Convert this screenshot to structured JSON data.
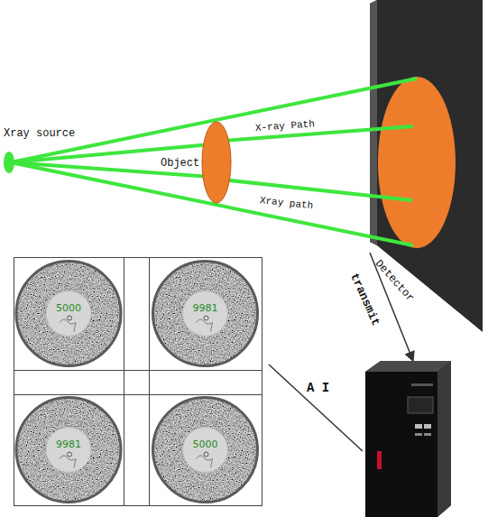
{
  "diagram": {
    "nodes": [
      {
        "text": [
          "5000"
        ]
      },
      {
        "text": [
          "9981"
        ]
      },
      {
        "text": [
          "9981"
        ]
      },
      {
        "text": [
          "5000"
        ]
      }
    ],
    "labels": [
      "Xray source",
      "Object",
      "X-ray Path",
      "Xray path",
      "Detector",
      "transmit",
      "A I"
    ]
  }
}
